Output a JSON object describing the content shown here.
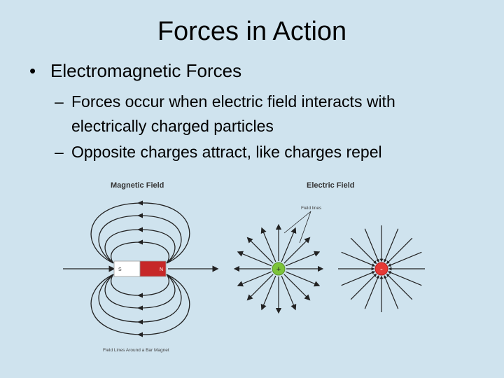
{
  "slide": {
    "title": "Forces in Action",
    "bullet": {
      "symbol": "•",
      "text": "Electromagnetic Forces"
    },
    "subbullets": [
      {
        "dash": "–",
        "text": "Forces occur when electric field interacts with electrically charged particles"
      },
      {
        "dash": "–",
        "text": "Opposite charges attract, like charges repel"
      }
    ]
  },
  "figure": {
    "magnetic_title": "Magnetic Field",
    "magnet_south": "S",
    "magnet_north": "N",
    "magnetic_caption": "Field Lines Around a Bar Magnet",
    "electric_title": "Electric Field",
    "field_lines_label": "Field lines",
    "positive_sign": "+",
    "negative_sign": "-",
    "colors": {
      "background": "#cfe3ee",
      "magnet_north": "#c62828",
      "magnet_south": "#ffffff",
      "positive_charge": "#7cc43a",
      "negative_charge": "#e53935",
      "lines": "#222222"
    }
  }
}
